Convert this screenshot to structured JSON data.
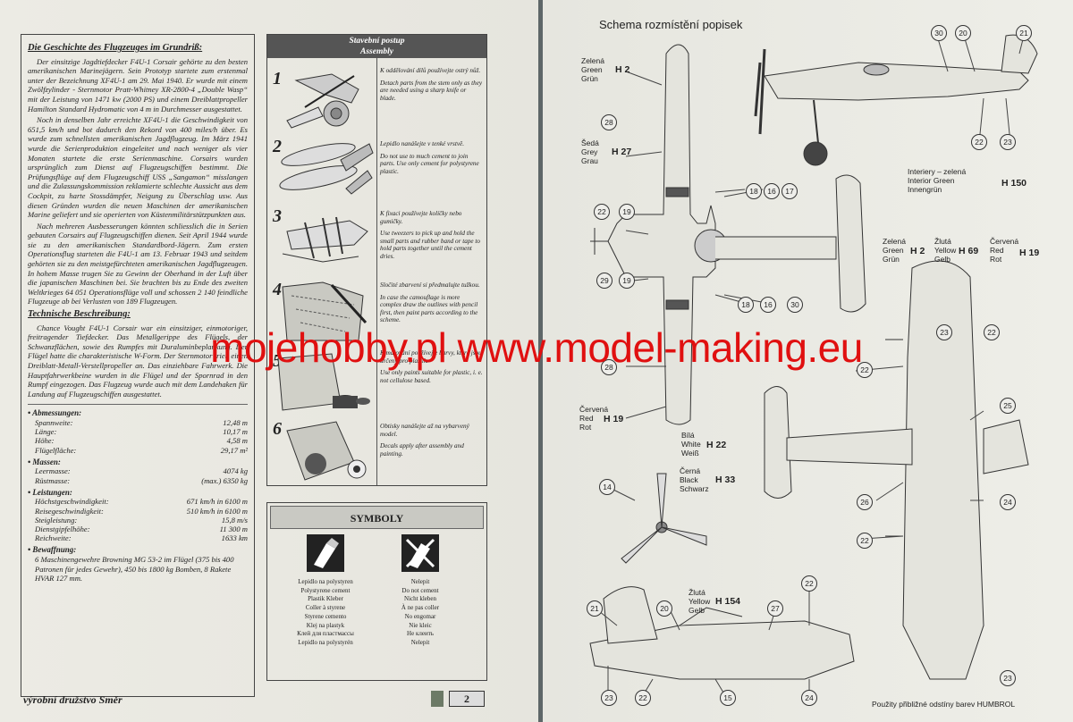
{
  "left_page": {
    "history_heading": "Die Geschichte des Flugzeuges im Grundriß:",
    "history_paragraphs": [
      "Der einsitzige Jagdtiefdecker F4U-1 Corsair gehörte zu den besten amerikanischen Marinejägern. Sein Prototyp startete zum erstenmal unter der Bezeichnung XF4U-1 am 29. Mai 1940. Er wurde mit einem Zwölfzylinder - Sternmotor Pratt-Whitney XR-2800-4 „Double Wasp“ mit der Leistung von 1471 kw (2000 PS) und einem Dreiblattpropeller Hamilton Standard Hydromatic von 4 m in Durchmesser ausgestattet.",
      "Noch in denselben Jahr erreichte XF4U-1 die Geschwindigkeit von 651,5 km/h und bot dadurch den Rekord von 400 miles/h über. Es wurde zum schnellsten amerikanischen Jagdflugzeug. Im März 1941 wurde die Serienproduktion eingeleitet und nach weniger als vier Monaten startete die erste Serienmaschine. Corsairs wurden ursprünglich zum Dienst auf Flugzeugschiffen bestimmt. Die Prüfungsflüge auf dem Flugzeugschiff USS „Sangamon“ misslangen und die Zulassungskommission reklamierte schlechte Aussicht aus dem Cockpit, zu harte Stossdämpfer, Neigung zu Überschlag usw. Aus diesen Gründen wurden die neuen Maschinen der amerikanischen Marine geliefert und sie operierten von Küstenmilitärstützpunkten aus.",
      "Nach mehreren Ausbesserungen könnten schliesslich die in Serien gebauten Corsairs auf Flugzeugschiffen dienen. Seit April 1944 wurde sie zu den amerikanischen Standardbord-Jägern. Zum ersten Operationsflug starteten die F4U-1 am 13. Februar 1943 und seitdem gehörten sie zu den meistgefürchteten amerikanischen Jagdflugzeugen. In hohem Masse trugen Sie zu Gewinn der Oberhand in der Luft über die japanischen Maschinen bei. Sie brachten bis zu Ende des zweiten Weltkrieges 64 051 Operationsflüge voll und schossen 2 140 feindliche Flugzeuge ab bei Verlusten von 189 Flugzeugen."
    ],
    "tech_heading": "Technische Beschreibung:",
    "tech_paragraph": "Chance Vought F4U-1 Corsair war ein einsitziger, einmotoriger, freitragender Tiefdecker. Das Metallgerippe des Flügels, der Schwanzflächen, sowie des Rumpfes mit Duraluminbeplankung. Der Flügel hatte die charakteristische W-Form. Der Sternmotor trieb einen Dreiblatt-Metall-Verstellpropeller an. Das einziehbare Fahrwerk. Die Hauptfahrwerkbeine wurden in die Flügel und der Spornrad in den Rumpf eingezogen. Das Flugzeug wurde auch mit dem Landehaken für Landung auf Flugzeugschiffen ausgestattet.",
    "specs": [
      {
        "title": "Abmessungen:",
        "rows": [
          [
            "Spannweite:",
            "12,48 m"
          ],
          [
            "Länge:",
            "10,17 m"
          ],
          [
            "Höhe:",
            "4,58 m"
          ],
          [
            "Flügelfläche:",
            "29,17 m²"
          ]
        ]
      },
      {
        "title": "Massen:",
        "rows": [
          [
            "Leermasse:",
            "4074 kg"
          ],
          [
            "Rüstmasse:",
            "(max.) 6350 kg"
          ]
        ]
      },
      {
        "title": "Leistungen:",
        "rows": [
          [
            "Höchstgeschwindigkeit:",
            "671 km/h in 6100 m"
          ],
          [
            "Reisegeschwindigkeit:",
            "510 km/h in 6100 m"
          ],
          [
            "Steigleistung:",
            "15,8 m/s"
          ],
          [
            "Dienstgipfelhöhe:",
            "11 300 m"
          ],
          [
            "Reichweite:",
            "1633 km"
          ]
        ]
      },
      {
        "title": "Bewaffnung:",
        "rows": []
      }
    ],
    "armament_text": "6 Maschinengewehre Browning MG 53-2 im Flügel (375 bis 400 Patronen für jedes Gewehr), 450 bis 1800 kg Bomben, 8 Rakete HVAR 127 mm.",
    "publisher": "výrobní družstvo Směr",
    "page_number": "2"
  },
  "assembly": {
    "title_cz": "Stavební postup",
    "title_en": "Assembly",
    "steps": [
      "1",
      "2",
      "3",
      "4",
      "5",
      "6"
    ],
    "instructions": [
      "K oddělování dílů používejte ostrý nůž.",
      "Detach parts from the stem only as they are needed using a sharp knife or blade.",
      "Lepidlo nanášejte v tenké vrstvě.",
      "Do not use to much cement to join parts. Use only cement for polystyrene plastic.",
      "K fixaci používejte kolíčky nebo gumičky.",
      "Use tweezers to pick up and hold the small parts and rubber band or tape to hold parts together until the cement dries.",
      "Sločité zbarvení si předmalujte tužkou.",
      "In case the camouflage is more complex draw the outlines with pencil first, then paint parts according to the scheme.",
      "K malování používejte barvy, které jsou určeny pro plastik.",
      "Use only paints suitable for plastic, i. e. not cellulose based.",
      "Obtisky nanášejte až na vybarvený model.",
      "Decals apply after assembly and painting."
    ]
  },
  "symbols": {
    "title": "SYMBOLY",
    "left_lines": [
      "Lepidlo na polystyren",
      "Polystyrene cement",
      "Plastik Kleber",
      "Coller à styrene",
      "Styrene cemento",
      "Klej na plastyk",
      "Клей для пластмассы",
      "Lepidlo na polystyrén"
    ],
    "right_lines": [
      "Nelepit",
      "Do not cement",
      "Nicht kleben",
      "À ne pas coller",
      "No engomar",
      "Nie kleic",
      "Не клеить",
      "Nelepit"
    ]
  },
  "right_page": {
    "title": "Schema rozmístění popisek",
    "colors": [
      {
        "lines": [
          "Zelená",
          "Green",
          "Grün"
        ],
        "code": "H 2"
      },
      {
        "lines": [
          "Šedá",
          "Grey",
          "Grau"
        ],
        "code": "H 27"
      },
      {
        "lines": [
          "Interiery – zelená",
          "Interior Green",
          "Innengrün"
        ],
        "code": "H 150"
      },
      {
        "lines": [
          "Zelená",
          "Green",
          "Grün"
        ],
        "code": "H 2"
      },
      {
        "lines": [
          "Žlutá",
          "Yellow",
          "Gelb"
        ],
        "code": "H 69"
      },
      {
        "lines": [
          "Červená",
          "Red",
          "Rot"
        ],
        "code": "H 19"
      },
      {
        "lines": [
          "Červená",
          "Red",
          "Rot"
        ],
        "code": "H 19"
      },
      {
        "lines": [
          "Bílá",
          "White",
          "Weiß"
        ],
        "code": "H 22"
      },
      {
        "lines": [
          "Černá",
          "Black",
          "Schwarz"
        ],
        "code": "H 33"
      },
      {
        "lines": [
          "Žlutá",
          "Yellow",
          "Gelb"
        ],
        "code": "H 154"
      }
    ],
    "callouts": [
      "30",
      "20",
      "21",
      "28",
      "22",
      "23",
      "18",
      "16",
      "17",
      "22",
      "19",
      "29",
      "19",
      "18",
      "16",
      "30",
      "23",
      "22",
      "28",
      "25",
      "24",
      "26",
      "22",
      "14",
      "21",
      "20",
      "27",
      "22",
      "23",
      "22",
      "15",
      "24",
      "22",
      "23"
    ],
    "footer": "Použity přibližné odstíny barev HUMBROL"
  },
  "watermark": "mojehobby.pl www.model-making.eu"
}
